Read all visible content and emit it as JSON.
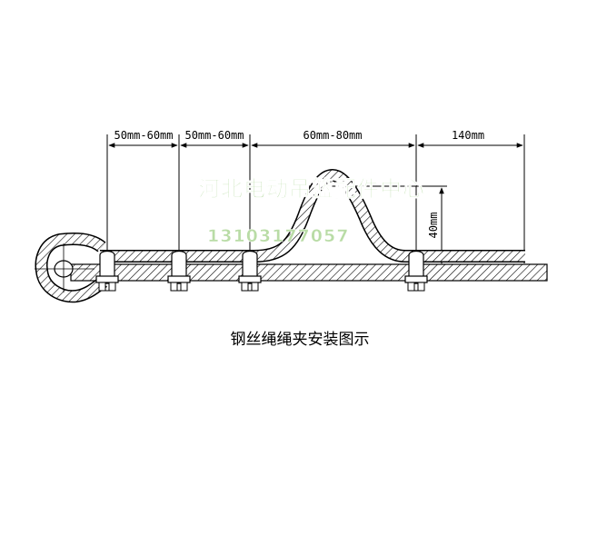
{
  "dimensions": {
    "spacing_1": "50mm-60mm",
    "spacing_2": "50mm-60mm",
    "loop_span": "60mm-80mm",
    "tail_length": "140mm",
    "loop_height": "40mm"
  },
  "caption": "钢丝绳绳夹安装图示",
  "watermark": {
    "company": "河北电动吊篮配件中心",
    "phone": "13103177057"
  }
}
